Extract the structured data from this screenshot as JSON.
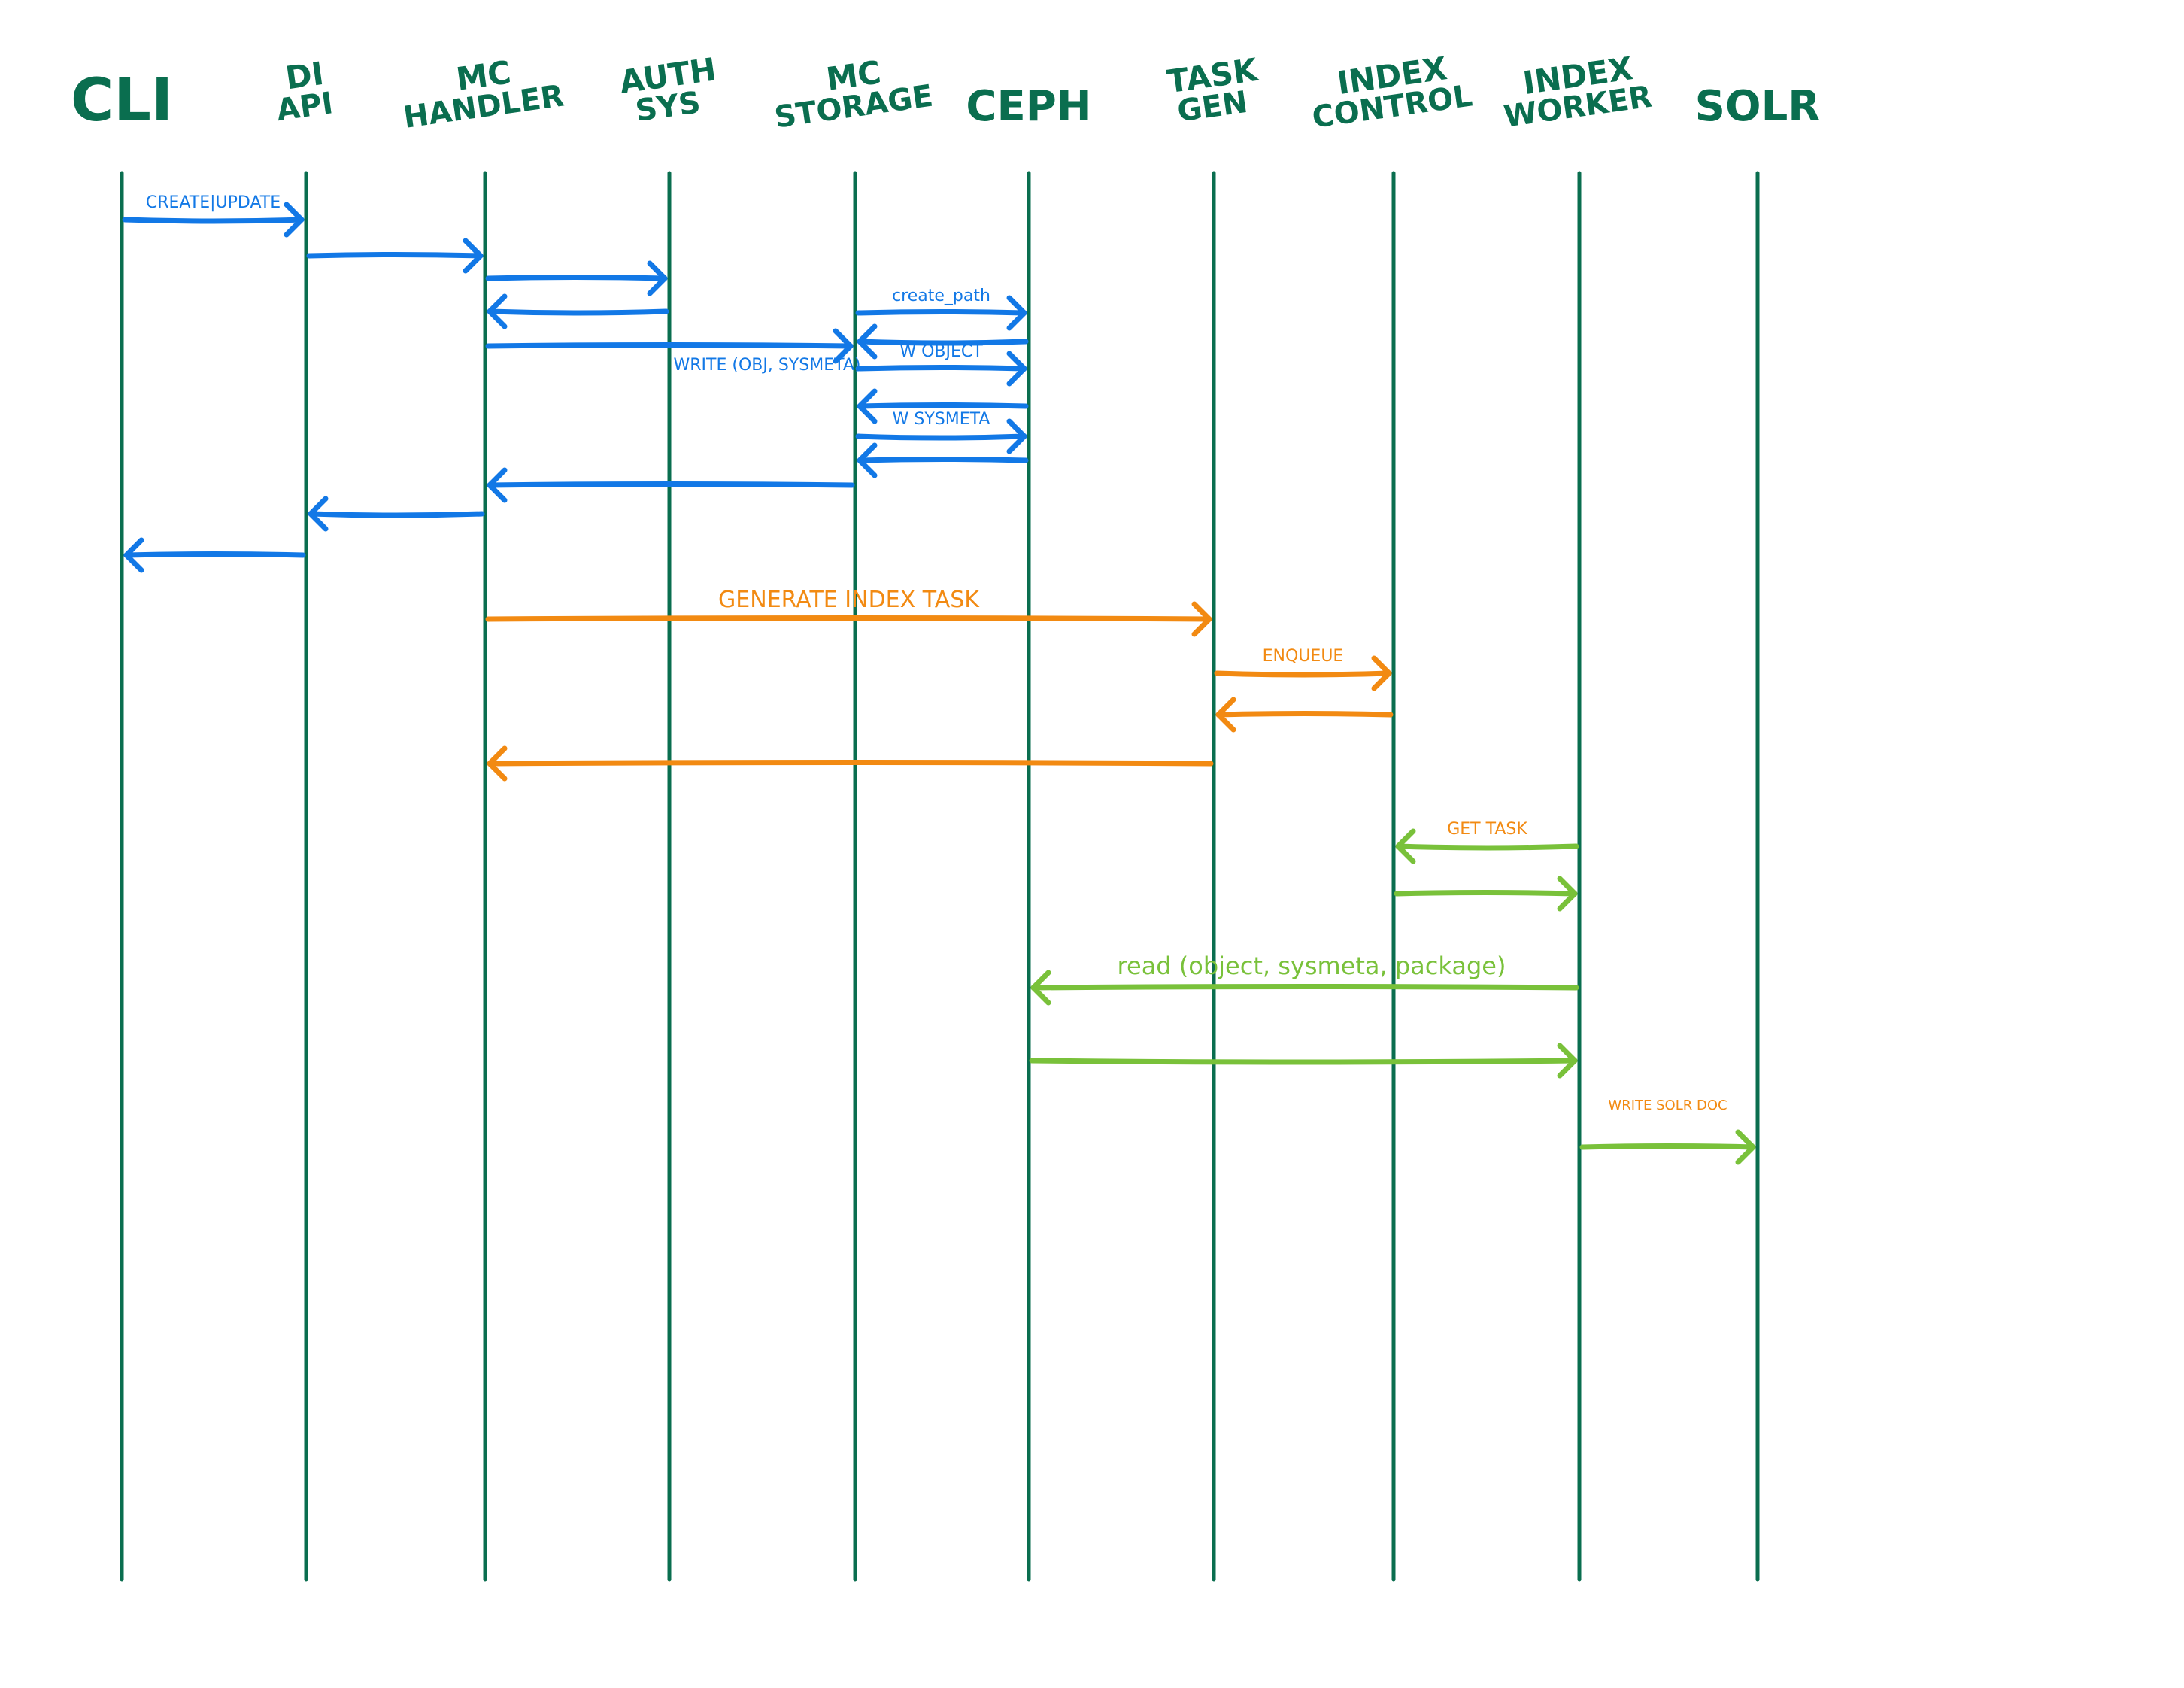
{
  "colors": {
    "lifeline": "#0a6e4f",
    "header": "#0a6e4f",
    "blue": "#1278e6",
    "orange": "#f28a12",
    "green": "#79c13a",
    "background": "#ffffff"
  },
  "participants": [
    {
      "id": "cli",
      "line1": "CLI",
      "line2": ""
    },
    {
      "id": "di-api",
      "line1": "DI",
      "line2": "API"
    },
    {
      "id": "mc-handler",
      "line1": "MC",
      "line2": "HANDLER"
    },
    {
      "id": "auth-sys",
      "line1": "AUTH",
      "line2": "SYS"
    },
    {
      "id": "mc-storage",
      "line1": "MC",
      "line2": "STORAGE"
    },
    {
      "id": "ceph",
      "line1": "CEPH",
      "line2": ""
    },
    {
      "id": "task-gen",
      "line1": "TASK",
      "line2": "GEN"
    },
    {
      "id": "index-control",
      "line1": "INDEX",
      "line2": "CONTROL"
    },
    {
      "id": "index-worker",
      "line1": "INDEX",
      "line2": "WORKER"
    },
    {
      "id": "solr",
      "line1": "SOLR",
      "line2": ""
    }
  ],
  "messages": [
    {
      "from": 0,
      "to": 1,
      "color": "blue",
      "label": "CREATE|UPDATE"
    },
    {
      "from": 1,
      "to": 2,
      "color": "blue",
      "label": ""
    },
    {
      "from": 2,
      "to": 3,
      "color": "blue",
      "label": ""
    },
    {
      "from": 3,
      "to": 2,
      "color": "blue",
      "label": ""
    },
    {
      "from": 2,
      "to": 4,
      "color": "blue",
      "label": "WRITE (OBJ, SYSMETA)"
    },
    {
      "from": 4,
      "to": 5,
      "color": "blue",
      "label": "create_path"
    },
    {
      "from": 5,
      "to": 4,
      "color": "blue",
      "label": ""
    },
    {
      "from": 4,
      "to": 5,
      "color": "blue",
      "label": "W OBJECT"
    },
    {
      "from": 5,
      "to": 4,
      "color": "blue",
      "label": ""
    },
    {
      "from": 4,
      "to": 5,
      "color": "blue",
      "label": "W SYSMETA"
    },
    {
      "from": 5,
      "to": 4,
      "color": "blue",
      "label": ""
    },
    {
      "from": 4,
      "to": 2,
      "color": "blue",
      "label": ""
    },
    {
      "from": 2,
      "to": 1,
      "color": "blue",
      "label": ""
    },
    {
      "from": 1,
      "to": 0,
      "color": "blue",
      "label": ""
    },
    {
      "from": 2,
      "to": 6,
      "color": "orange",
      "label": "GENERATE INDEX TASK"
    },
    {
      "from": 6,
      "to": 7,
      "color": "orange",
      "label": "ENQUEUE"
    },
    {
      "from": 7,
      "to": 6,
      "color": "orange",
      "label": ""
    },
    {
      "from": 6,
      "to": 2,
      "color": "orange",
      "label": ""
    },
    {
      "from": 8,
      "to": 7,
      "color": "green",
      "label": "GET TASK"
    },
    {
      "from": 7,
      "to": 8,
      "color": "green",
      "label": ""
    },
    {
      "from": 8,
      "to": 5,
      "color": "green",
      "label": "read (object, sysmeta, package)"
    },
    {
      "from": 5,
      "to": 8,
      "color": "green",
      "label": ""
    },
    {
      "from": 8,
      "to": 9,
      "color": "green",
      "label": "WRITE SOLR DOC"
    }
  ]
}
